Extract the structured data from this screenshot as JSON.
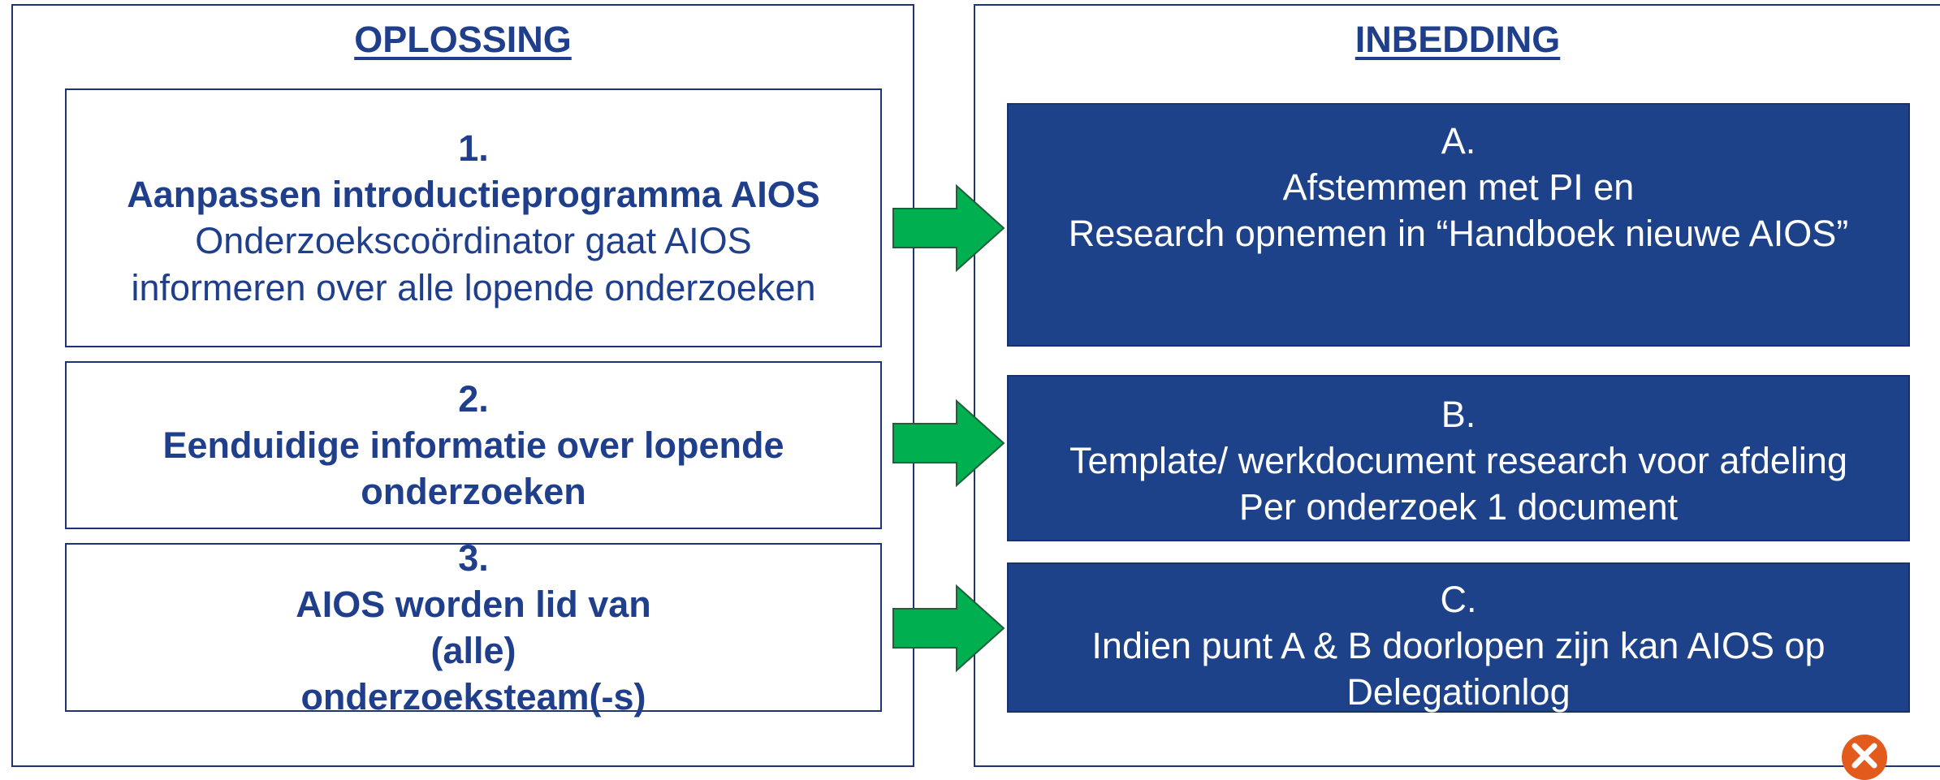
{
  "oplossing": {
    "heading": "OPLOSSING",
    "items": [
      {
        "number": "1.",
        "title": "Aanpassen introductieprogramma AIOS",
        "description": "Onderzoekscoördinator  gaat AIOS informeren over alle lopende onderzoeken"
      },
      {
        "number": "2.",
        "title": "Eenduidige informatie over lopende onderzoeken"
      },
      {
        "number": "3.",
        "title": "AIOS worden lid van (alle) onderzoeksteam(-s)"
      }
    ]
  },
  "inbedding": {
    "heading": "INBEDDING",
    "items": [
      {
        "letter": "A.",
        "lines": [
          "Afstemmen met PI en",
          "Research opnemen in “Handboek nieuwe AIOS”"
        ]
      },
      {
        "letter": "B.",
        "lines": [
          "Template/ werkdocument research voor afdeling",
          "Per onderzoek 1 document"
        ]
      },
      {
        "letter": "C.",
        "lines": [
          "Indien punt A & B doorlopen zijn kan AIOS op",
          "Delegationlog"
        ]
      }
    ]
  },
  "colors": {
    "heading": "#1f3f8c",
    "box_fill": "#1d428a",
    "arrow": "#00b050",
    "border": "#1f3472"
  },
  "icons": [
    "arrow-right-icon",
    "close-icon"
  ]
}
